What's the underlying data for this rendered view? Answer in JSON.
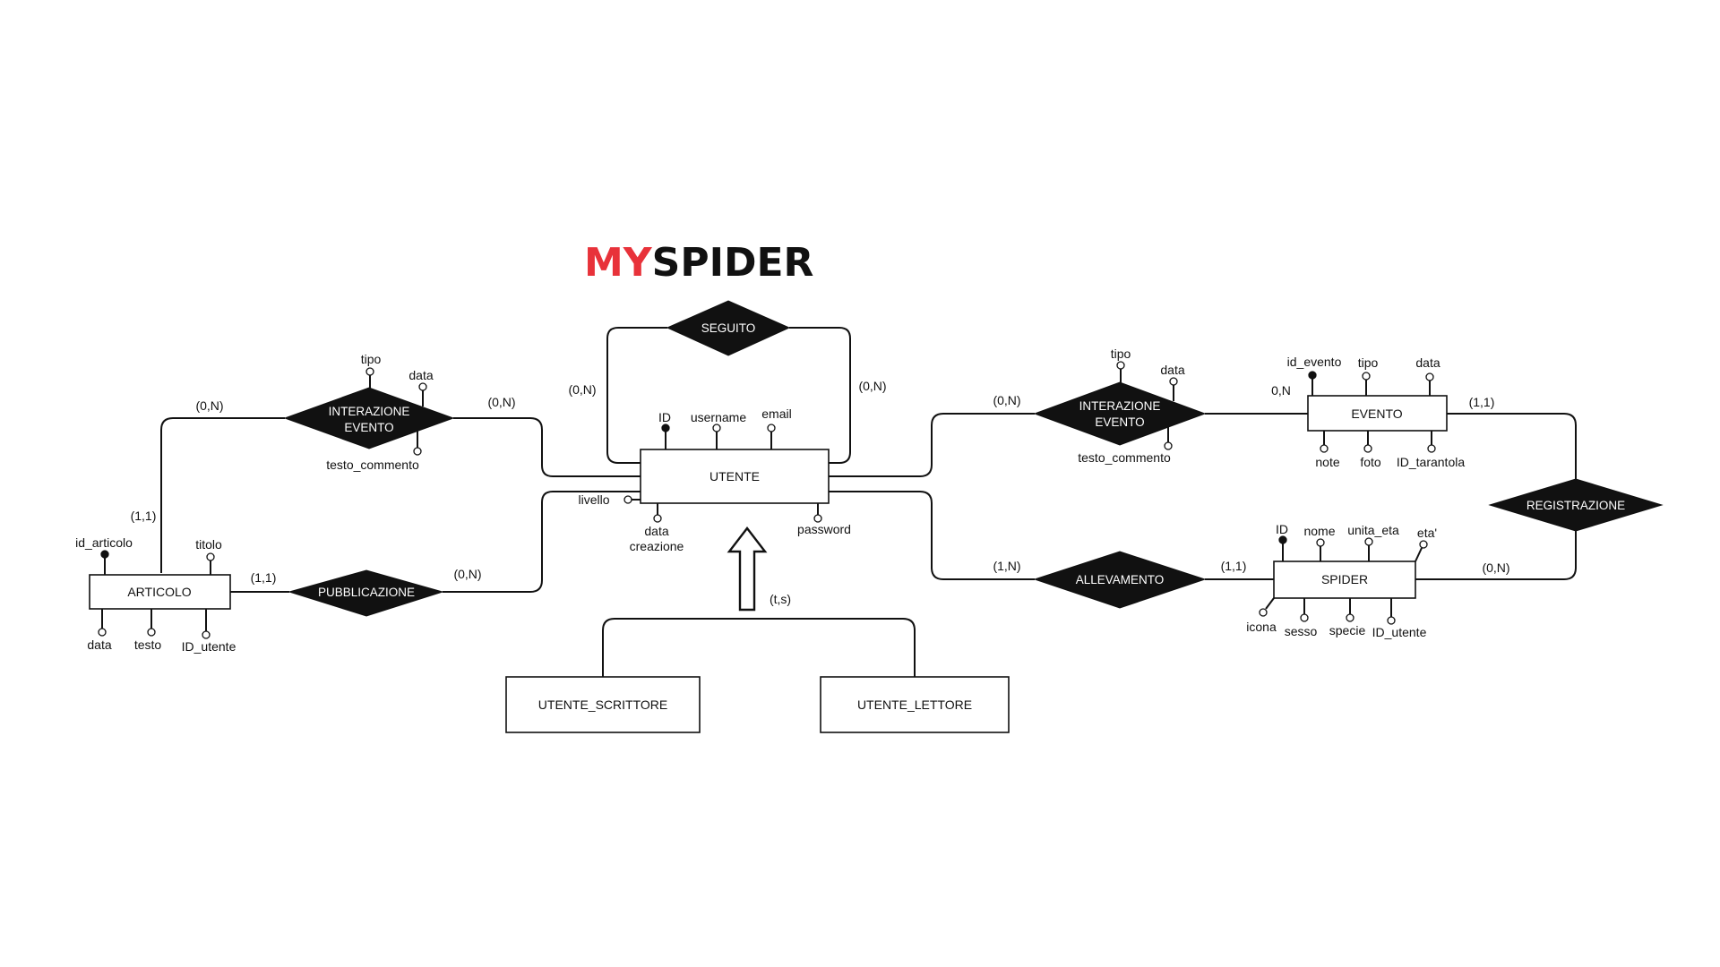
{
  "title": {
    "part1": "MY",
    "part2": "SPIDER",
    "color1": "#e8323a",
    "color2": "#111111"
  },
  "entities": {
    "utente": "UTENTE",
    "articolo": "ARTICOLO",
    "evento": "EVENTO",
    "spider": "SPIDER",
    "utente_scrittore": "UTENTE_SCRITTORE",
    "utente_lettore": "UTENTE_LETTORE"
  },
  "relationships": {
    "seguito": "SEGUITO",
    "interazione_left": [
      "INTERAZIONE",
      "EVENTO"
    ],
    "interazione_right": [
      "INTERAZIONE",
      "EVENTO"
    ],
    "pubblicazione": "PUBBLICAZIONE",
    "allevamento": "ALLEVAMENTO",
    "registrazione": "REGISTRAZIONE"
  },
  "attributes": {
    "utente": {
      "id": "ID",
      "username": "username",
      "email": "email",
      "livello": "livello",
      "data_creazione": [
        "data",
        "creazione"
      ],
      "password": "password"
    },
    "articolo": {
      "id_articolo": "id_articolo",
      "titolo": "titolo",
      "data": "data",
      "testo": "testo",
      "id_utente": "ID_utente"
    },
    "interazione_left": {
      "tipo": "tipo",
      "data": "data",
      "testo_commento": "testo_commento"
    },
    "interazione_right": {
      "tipo": "tipo",
      "data": "data",
      "testo_commento": "testo_commento"
    },
    "evento": {
      "id_evento": "id_evento",
      "tipo": "tipo",
      "data": "data",
      "note": "note",
      "foto": "foto",
      "id_tarantola": "ID_tarantola"
    },
    "spider": {
      "id": "ID",
      "nome": "nome",
      "unita_eta": "unita_eta",
      "eta": "eta'",
      "icona": "icona",
      "sesso": "sesso",
      "specie": "specie",
      "id_utente": "ID_utente"
    }
  },
  "cardinalities": {
    "seguito_left": "(0,N)",
    "seguito_right": "(0,N)",
    "intl_articolo": "(0,N)",
    "intl_utente": "(0,N)",
    "articolo_intl": "(1,1)",
    "articolo_pub": "(1,1)",
    "pub_utente": "(0,N)",
    "intr_utente": "(0,N)",
    "intr_evento": "0,N",
    "evento_reg": "(1,1)",
    "all_utente": "(1,N)",
    "all_spider": "(1,1)",
    "spider_reg": "(0,N)",
    "generalization": "(t,s)"
  }
}
